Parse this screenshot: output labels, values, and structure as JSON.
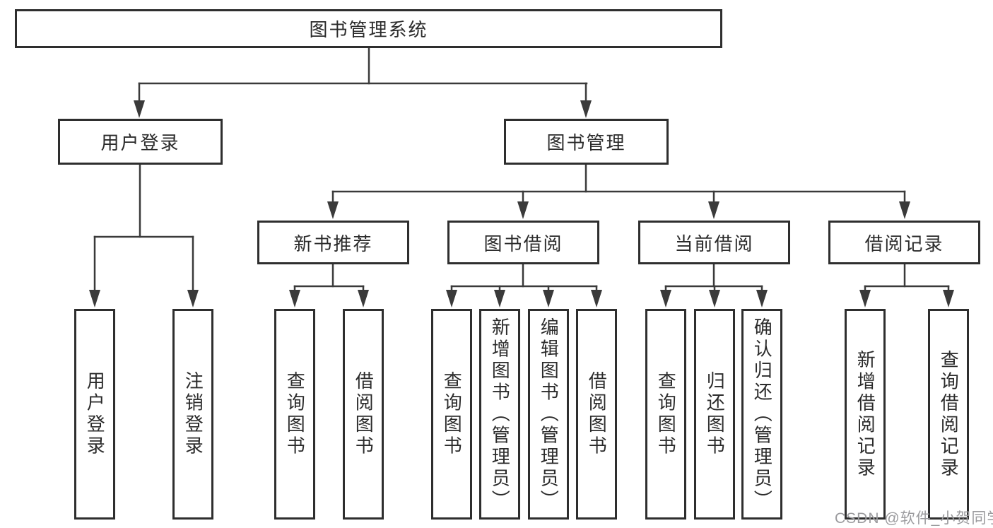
{
  "diagram": {
    "title": "图书管理系统",
    "level1": [
      {
        "label": "用户登录"
      },
      {
        "label": "图书管理"
      }
    ],
    "level2": [
      {
        "label": "新书推荐"
      },
      {
        "label": "图书借阅"
      },
      {
        "label": "当前借阅"
      },
      {
        "label": "借阅记录"
      }
    ],
    "leaves": {
      "user_login": [
        "用户登录",
        "注销登录"
      ],
      "new_book": [
        "查询图书",
        "借阅图书"
      ],
      "book_borrow": [
        "查询图书",
        "新增图书（管理员）",
        "编辑图书（管理员）",
        "借阅图书"
      ],
      "current_borrow": [
        "查询图书",
        "归还图书",
        "确认归还（管理员）"
      ],
      "borrow_record": [
        "新增借阅记录",
        "查询借阅记录"
      ]
    }
  },
  "watermark": "CSDN @软件_小贺同学",
  "colors": {
    "line": "#3a3a3a",
    "border": "#2e2e2e",
    "text": "#2b2b2b",
    "watermark": "#9b9b9e",
    "background": "#ffffff"
  }
}
